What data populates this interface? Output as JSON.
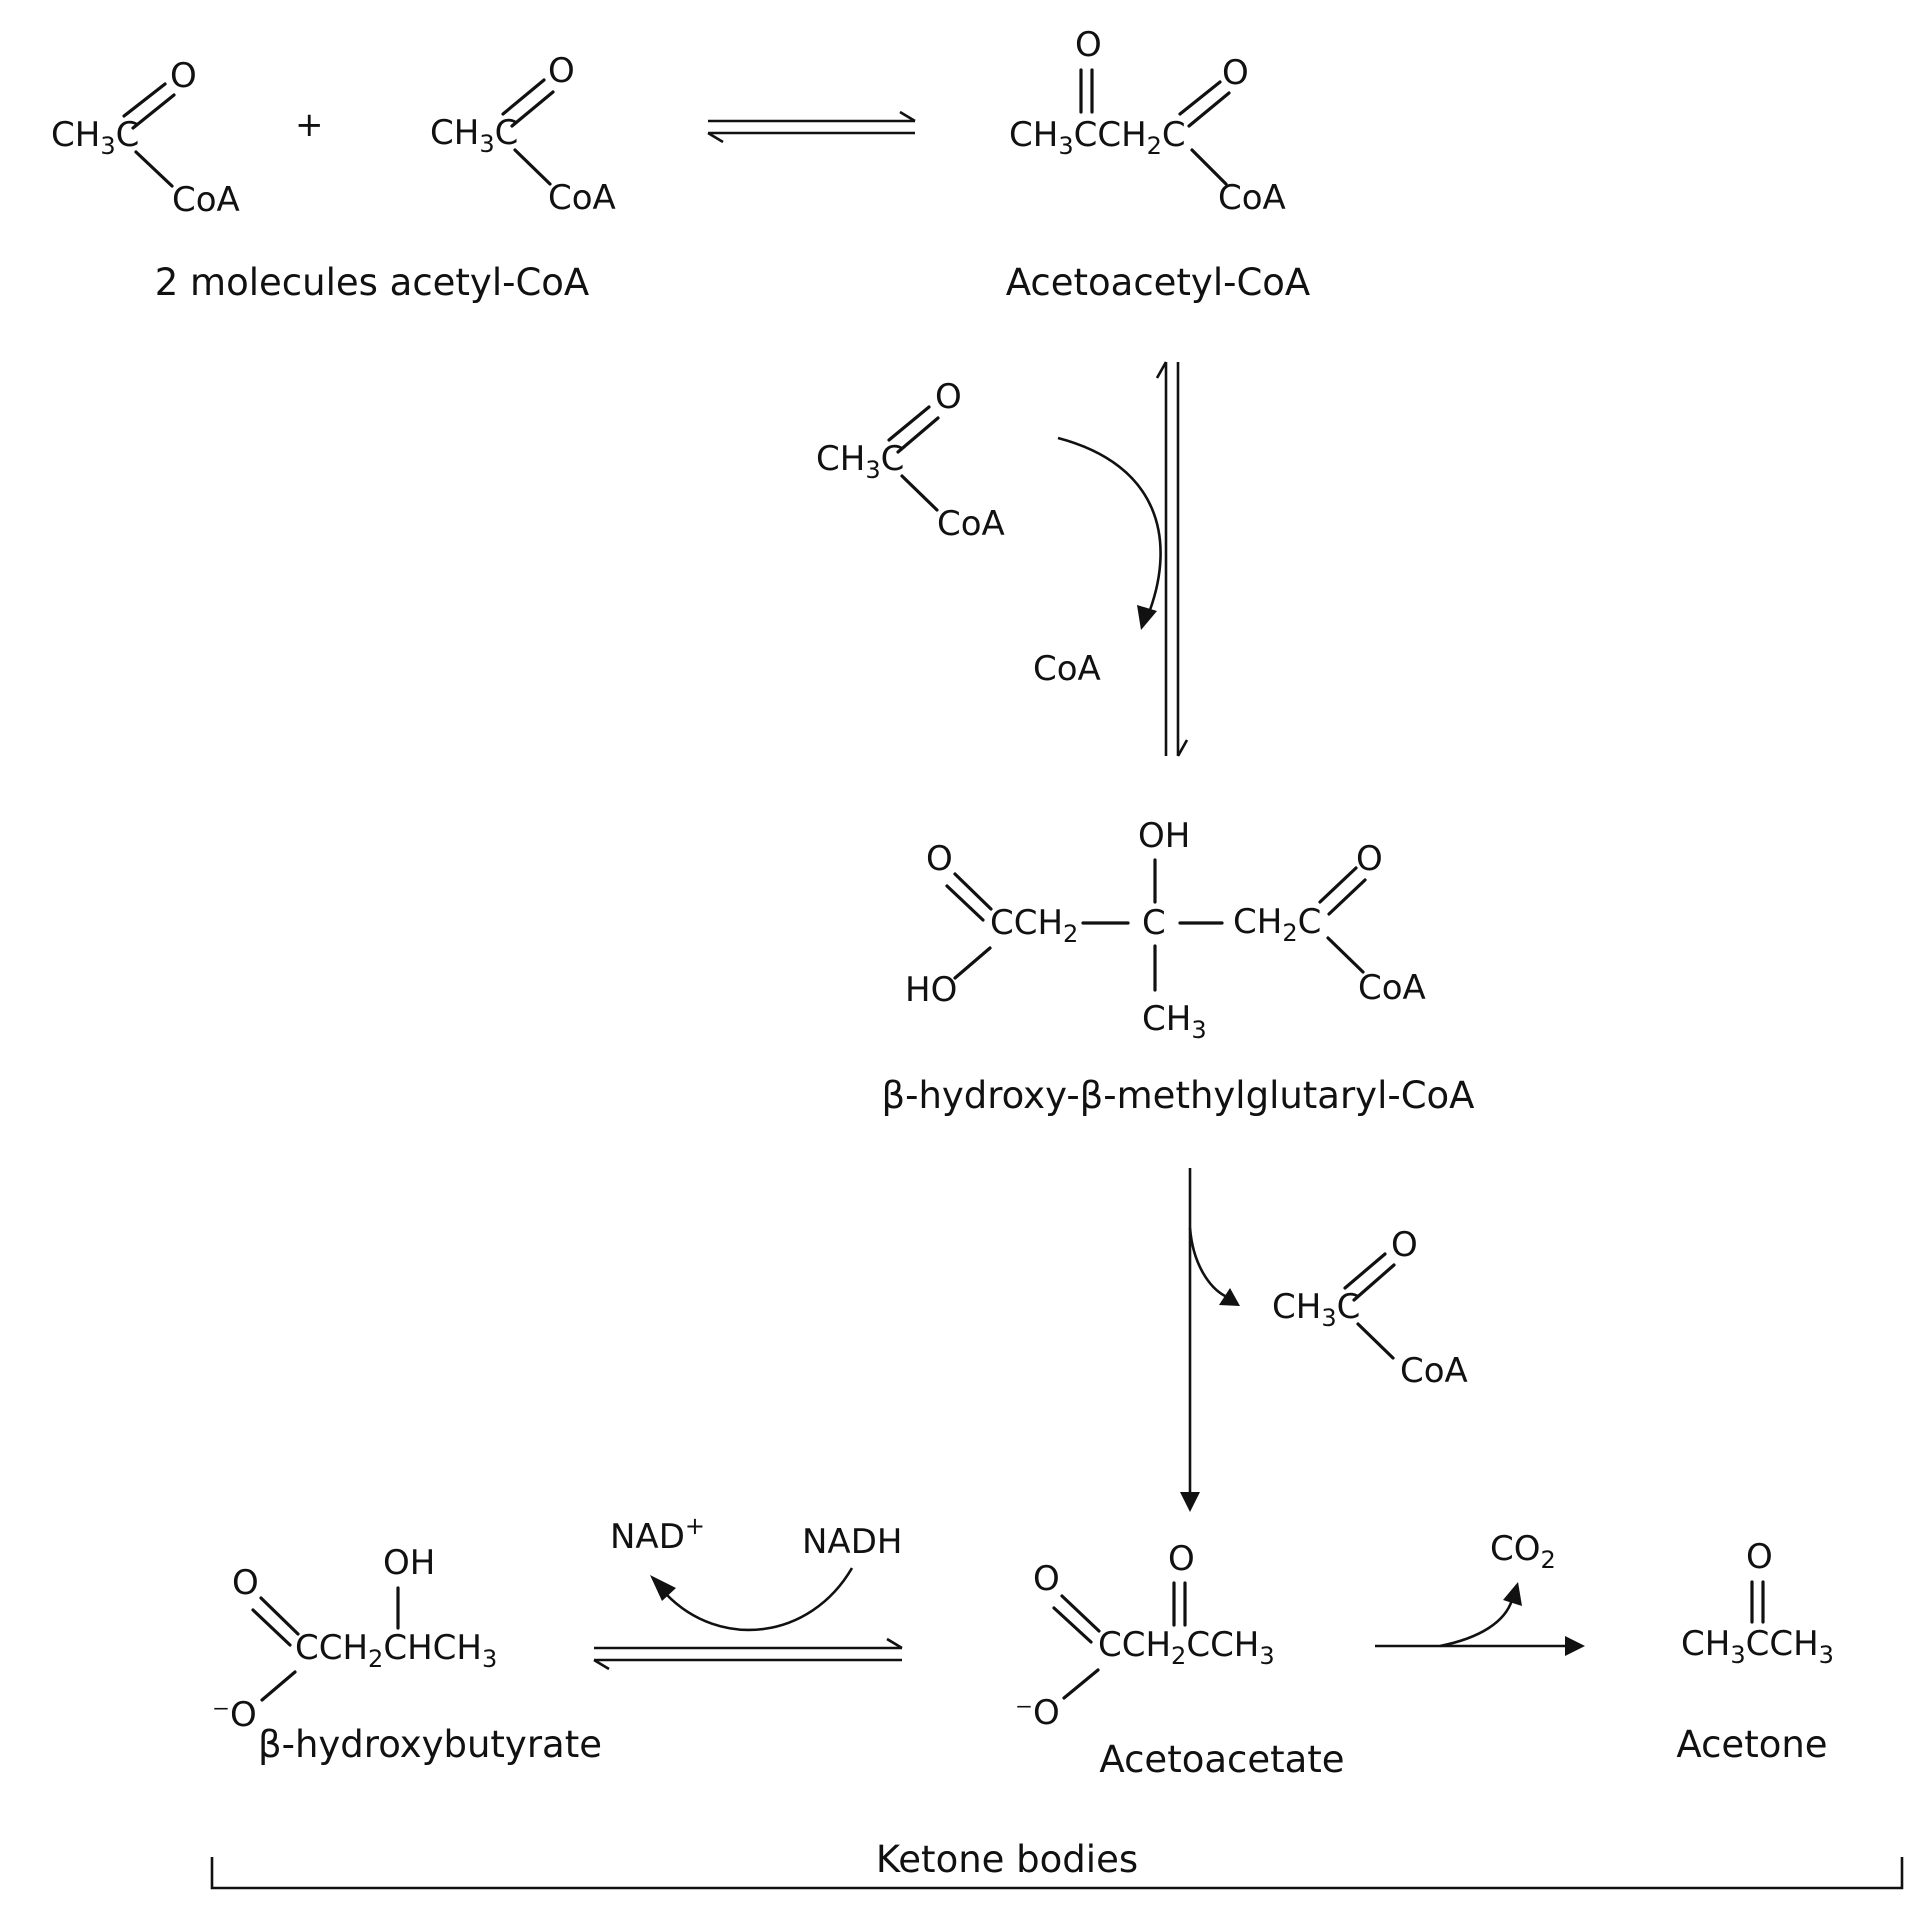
{
  "labels": {
    "acetyl_pair": "2 molecules acetyl-CoA",
    "acetoacetyl": "Acetoacetyl-CoA",
    "hmg": "β-hydroxy-β-methylglutaryl-CoA",
    "hydroxybutyrate": "β-hydroxybutyrate",
    "acetoacetate": "Acetoacetate",
    "acetone": "Acetone",
    "ketone_bodies": "Ketone bodies"
  },
  "atoms": {
    "o": "O",
    "coa": "CoA",
    "ch3c": "CH3C",
    "plus": "+",
    "oh": "OH",
    "ho": "HO",
    "cch2": "CCH2",
    "c_center": "C",
    "ch2c": "CH2C",
    "ch3": "CH3",
    "ch3cch2c": "CH3CCH2C",
    "cch2chch3": "CCH2CHCH3",
    "cch2cch3": "CCH2CCH3",
    "ch3cch3": "CH3CCH3",
    "o_minus": "⁻O"
  },
  "cofactors": {
    "coa_released": "CoA",
    "nad_plus": "NAD+",
    "nadh": "NADH",
    "co2": "CO2"
  }
}
